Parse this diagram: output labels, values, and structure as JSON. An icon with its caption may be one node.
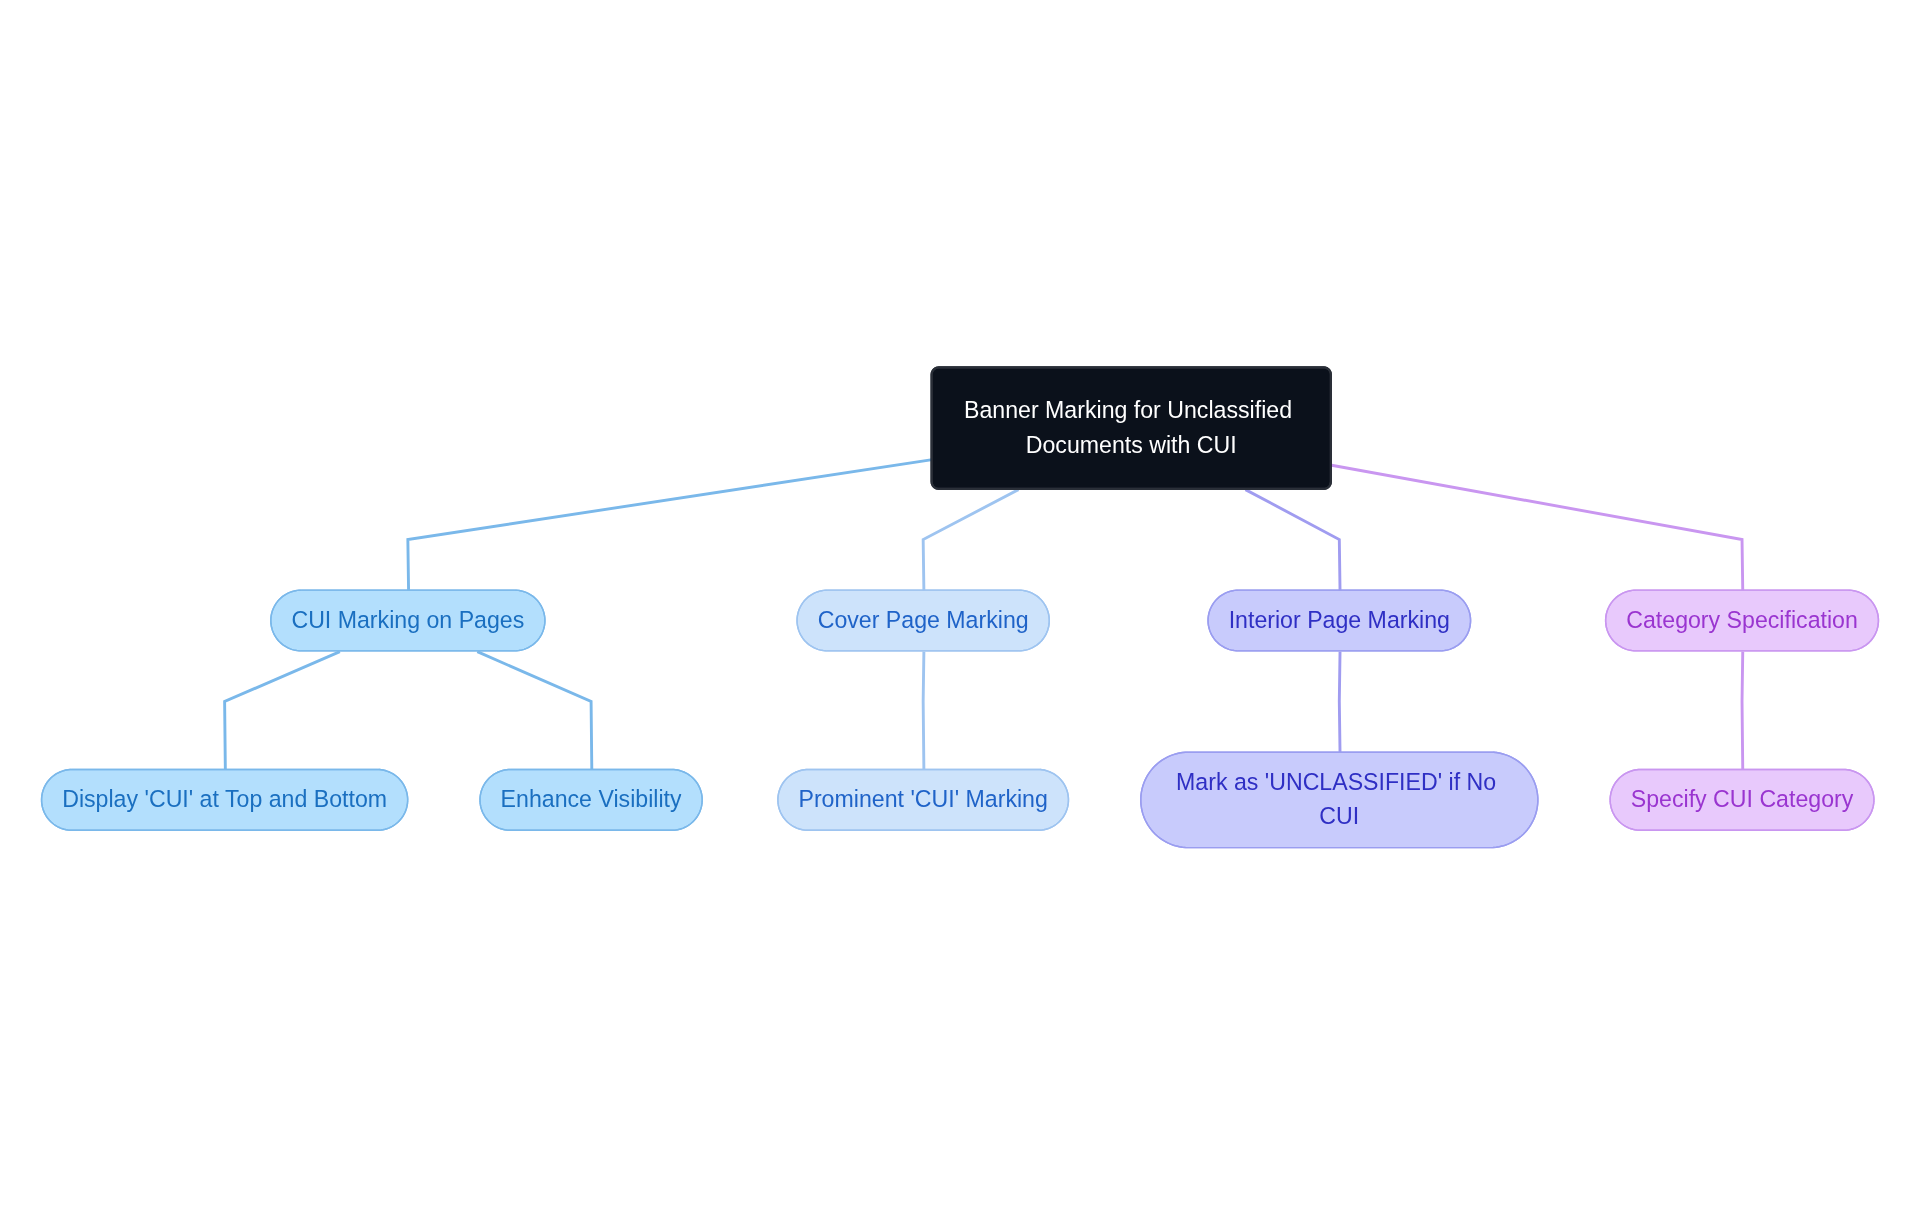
{
  "diagram": {
    "nodes": [
      {
        "text": [
          "Banner Marking for Unclassified Documents with CUI"
        ]
      },
      {
        "text": [
          "CUI Marking on Pages"
        ]
      },
      {
        "text": [
          "Display 'CUI' at Top and Bottom"
        ]
      },
      {
        "text": [
          "Enhance Visibility"
        ]
      },
      {
        "text": [
          "Cover Page Marking"
        ]
      },
      {
        "text": [
          "Prominent 'CUI' Marking"
        ]
      },
      {
        "text": [
          "Interior Page Marking"
        ]
      },
      {
        "text": [
          "Mark as 'UNCLASSIFIED' if No CUI"
        ]
      },
      {
        "text": [
          "Category Specification"
        ]
      },
      {
        "text": [
          "Specify CUI Category"
        ]
      }
    ],
    "edges": [
      {
        "from": 0,
        "to": 1,
        "arrow": "none",
        "color": "#7ab8ea"
      },
      {
        "from": 1,
        "to": 2,
        "arrow": "none",
        "color": "#7ab8ea"
      },
      {
        "from": 1,
        "to": 3,
        "arrow": "none",
        "color": "#7ab8ea"
      },
      {
        "from": 0,
        "to": 4,
        "arrow": "none",
        "color": "#9ec4f0"
      },
      {
        "from": 4,
        "to": 5,
        "arrow": "none",
        "color": "#9ec4f0"
      },
      {
        "from": 0,
        "to": 6,
        "arrow": "none",
        "color": "#a09cf0"
      },
      {
        "from": 6,
        "to": 7,
        "arrow": "none",
        "color": "#a09cf0"
      },
      {
        "from": 0,
        "to": 8,
        "arrow": "none",
        "color": "#c996f0"
      },
      {
        "from": 8,
        "to": 9,
        "arrow": "none",
        "color": "#c996f0"
      }
    ]
  }
}
